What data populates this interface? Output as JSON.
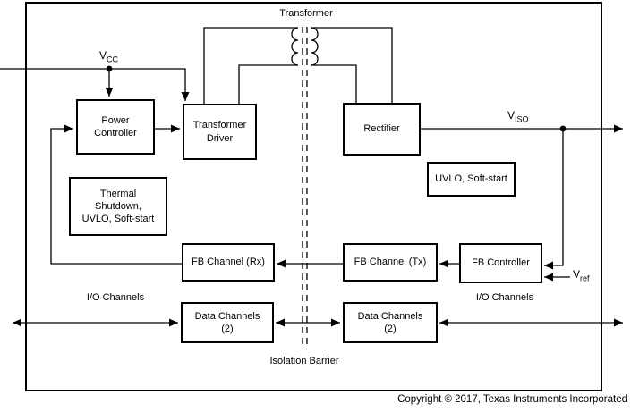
{
  "diagram": {
    "blocks": {
      "power_controller": "Power\nController",
      "transformer_driver": "Transformer\nDriver",
      "rectifier": "Rectifier",
      "thermal_shutdown": "Thermal\nShutdown,\nUVLO, Soft-start",
      "uvlo_soft_start": "UVLO, Soft-start",
      "fb_channel_rx": "FB Channel (Rx)",
      "fb_channel_tx": "FB Channel (Tx)",
      "fb_controller": "FB Controller",
      "data_channels_left": "Data Channels\n(2)",
      "data_channels_right": "Data Channels\n(2)"
    },
    "signals": {
      "vcc": {
        "base": "V",
        "sub": "CC"
      },
      "viso": {
        "base": "V",
        "sub": "ISO"
      },
      "vref": {
        "base": "V",
        "sub": "ref"
      }
    },
    "labels": {
      "transformer": "Transformer",
      "isolation_barrier": "Isolation Barrier",
      "io_channels_left": "I/O Channels",
      "io_channels_right": "I/O Channels"
    },
    "footer": {
      "copyright": "Copyright © 2017, Texas Instruments Incorporated"
    },
    "colors": {
      "line": "#000000",
      "background": "#ffffff"
    }
  }
}
